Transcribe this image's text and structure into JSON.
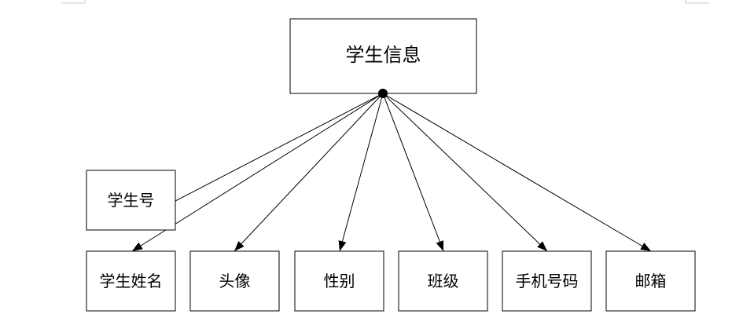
{
  "root": {
    "id": "root",
    "label": "学生信息"
  },
  "nodes": [
    {
      "id": "student-id",
      "label": "学生号"
    },
    {
      "id": "student-name",
      "label": "学生姓名"
    },
    {
      "id": "avatar",
      "label": "头像"
    },
    {
      "id": "gender",
      "label": "性别"
    },
    {
      "id": "class",
      "label": "班级"
    },
    {
      "id": "phone",
      "label": "手机号码"
    },
    {
      "id": "email",
      "label": "邮箱"
    }
  ],
  "edges": [
    {
      "from": "root",
      "to": "student-id",
      "arrow": false
    },
    {
      "from": "root",
      "to": "student-name",
      "arrow": true
    },
    {
      "from": "root",
      "to": "avatar",
      "arrow": true
    },
    {
      "from": "root",
      "to": "gender",
      "arrow": true
    },
    {
      "from": "root",
      "to": "class",
      "arrow": true
    },
    {
      "from": "root",
      "to": "phone",
      "arrow": true
    },
    {
      "from": "root",
      "to": "email",
      "arrow": true
    }
  ]
}
